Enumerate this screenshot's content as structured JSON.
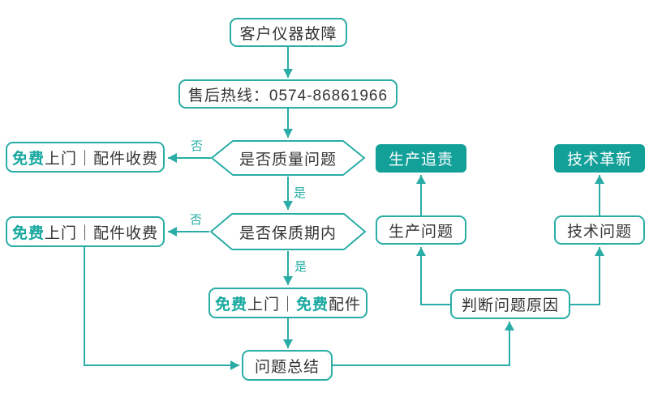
{
  "colors": {
    "line_teal": "#29ADA6",
    "fill_teal": "#13A099",
    "accent_teal": "#17A89F",
    "text_dark": "#333333",
    "background": "#FFFFFF"
  },
  "nodes": {
    "start": {
      "label": "客户仪器故障"
    },
    "hotline": {
      "label": "售后热线：0574-86861966"
    },
    "decision_quality": {
      "label": "是否质量问题"
    },
    "decision_warranty": {
      "label": "是否保质期内"
    },
    "free_visit_1": {
      "accent1": "免费",
      "plain1": "上门｜配件收费"
    },
    "free_visit_2": {
      "accent1": "免费",
      "plain1": "上门｜配件收费"
    },
    "free_parts": {
      "accent1": "免费",
      "plain1": "上门｜",
      "accent2": "免费",
      "plain2": "配件"
    },
    "summary": {
      "label": "问题总结"
    },
    "judge": {
      "label": "判断问题原因"
    },
    "production_problem": {
      "label": "生产问题"
    },
    "production_accountability": {
      "label": "生产追责"
    },
    "tech_problem": {
      "label": "技术问题"
    },
    "tech_innovation": {
      "label": "技术革新"
    }
  },
  "edge_labels": {
    "no": "否",
    "yes": "是"
  }
}
